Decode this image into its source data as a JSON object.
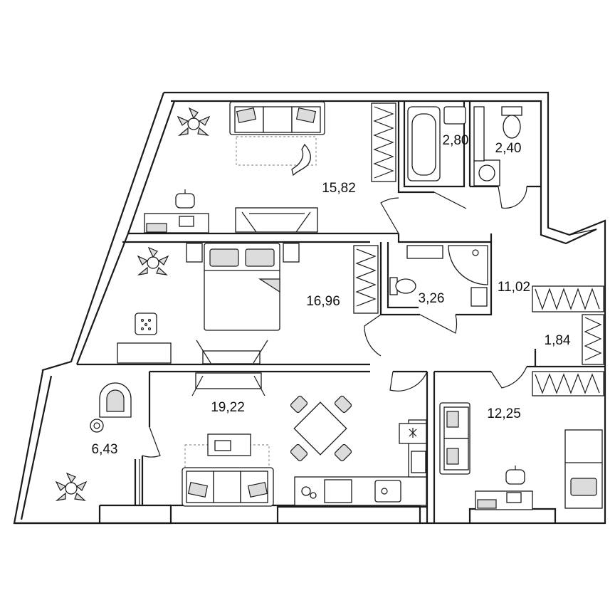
{
  "rooms": [
    {
      "id": "room-living-top",
      "area": "15,82"
    },
    {
      "id": "room-bath",
      "area": "2,80"
    },
    {
      "id": "room-wc",
      "area": "2,40"
    },
    {
      "id": "room-bedroom",
      "area": "16,96"
    },
    {
      "id": "room-shower",
      "area": "3,26"
    },
    {
      "id": "room-hall",
      "area": "11,02"
    },
    {
      "id": "room-closet",
      "area": "1,84"
    },
    {
      "id": "room-kitchen-living",
      "area": "19,22"
    },
    {
      "id": "room-balcony",
      "area": "6,43"
    },
    {
      "id": "room-bedroom-2",
      "area": "12,25"
    }
  ],
  "colors": {
    "line": "#1a1a1a",
    "furniture_fill": "#dcdcdc",
    "background": "#ffffff"
  }
}
